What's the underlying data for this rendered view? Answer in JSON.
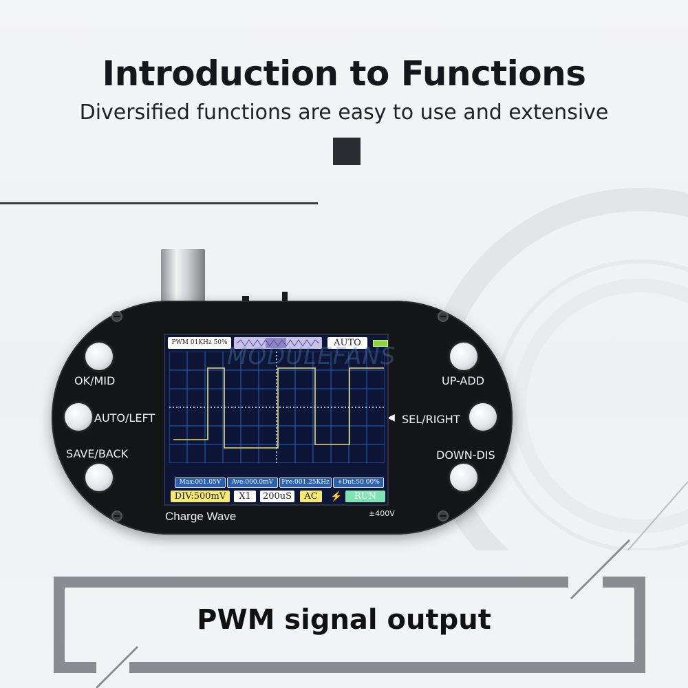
{
  "header": {
    "title": "Introduction to Functions",
    "subtitle": "Diversified functions are easy to use and extensive"
  },
  "device": {
    "buttons": {
      "ok_mid": "OK/MID",
      "auto_left": "AUTO/LEFT",
      "save_back": "SAVE/BACK",
      "up_add": "UP-ADD",
      "sel_right": "SEL/RIGHT",
      "down_dis": "DOWN-DIS"
    },
    "name": "Charge Wave",
    "voltage": "±400V",
    "watermark": "MODULEFANS",
    "screen": {
      "top": {
        "pwm": "PWM 01KHz 50%",
        "mode": "AUTO"
      },
      "measurements": {
        "max": "Max:001.05V",
        "ave": "Ave:000.0mV",
        "fre": "Fre:001.25KHz",
        "dut": "+Dut:50.00%"
      },
      "status": {
        "div": "DIV:500mV",
        "probe": "X1",
        "time": "200uS",
        "coupling": "AC",
        "trigger_icon": "rising-edge-icon",
        "run": "RUN"
      }
    }
  },
  "footer": {
    "caption": "PWM signal output"
  },
  "colors": {
    "device_body": "#141517",
    "screen_bg": "#0d1636",
    "grid": "#2f5fb8",
    "waveform": "#e6e07a",
    "button": "#e4e6ea",
    "frame": "#8b8c91"
  }
}
